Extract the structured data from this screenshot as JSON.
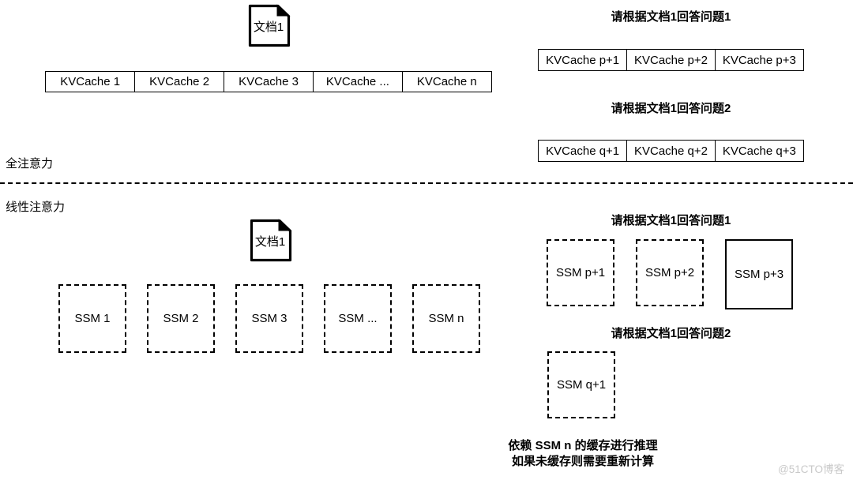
{
  "full_attention": {
    "section_label": "全注意力",
    "document_label": "文档1",
    "kvcache_cells": [
      "KVCache 1",
      "KVCache 2",
      "KVCache 3",
      "KVCache ...",
      "KVCache n"
    ],
    "question1": {
      "title": "请根据文档1回答问题1",
      "cells": [
        "KVCache p+1",
        "KVCache p+2",
        "KVCache p+3"
      ]
    },
    "question2": {
      "title": "请根据文档1回答问题2",
      "cells": [
        "KVCache q+1",
        "KVCache q+2",
        "KVCache q+3"
      ]
    }
  },
  "linear_attention": {
    "section_label": "线性注意力",
    "document_label": "文档1",
    "ssm_cells": [
      "SSM 1",
      "SSM 2",
      "SSM 3",
      "SSM ...",
      "SSM n"
    ],
    "question1": {
      "title": "请根据文档1回答问题1",
      "boxes": [
        "SSM p+1",
        "SSM p+2",
        "SSM p+3"
      ]
    },
    "question2": {
      "title": "请根据文档1回答问题2",
      "boxes": [
        "SSM q+1"
      ]
    },
    "caption": {
      "line1": "依赖 SSM n 的缓存进行推理",
      "line2": "如果未缓存则需要重新计算"
    }
  },
  "watermark": "@51CTO博客",
  "colors": {
    "line": "#000000",
    "background": "#ffffff",
    "watermark": "#c9c9c9"
  }
}
